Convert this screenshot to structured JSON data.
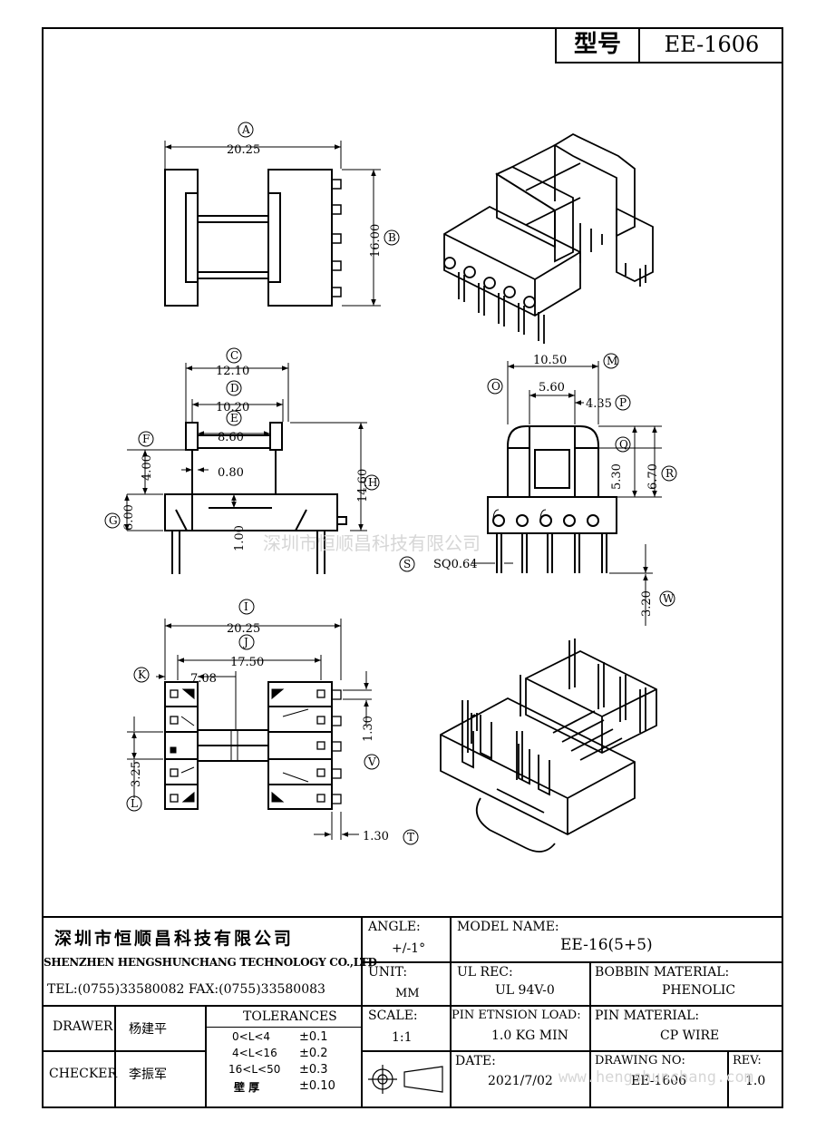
{
  "header": {
    "label": "型号",
    "model": "EE-1606"
  },
  "dims": {
    "A": "20.25",
    "B": "16.00",
    "C": "12.10",
    "D": "10.20",
    "E": "8.60",
    "F": "4.00",
    "G": "6.00",
    "H": "14.60",
    "I": "20.25",
    "J": "17.50",
    "K": "7.08",
    "L": "3.25",
    "M": "10.50",
    "O": "5.60",
    "P": "4.35",
    "Q": "5.30",
    "R": "6.70",
    "S": "SQ0.64",
    "T": "1.30",
    "V": "1.30",
    "W": "3.20",
    "w080": "0.80",
    "w100": "1.00"
  },
  "letters": {
    "A": "A",
    "B": "B",
    "C": "C",
    "D": "D",
    "E": "E",
    "F": "F",
    "G": "G",
    "H": "H",
    "I": "I",
    "J": "J",
    "K": "K",
    "L": "L",
    "M": "M",
    "O": "O",
    "P": "P",
    "Q": "Q",
    "R": "R",
    "S": "S",
    "T": "T",
    "V": "V",
    "W": "W"
  },
  "watermark": "深圳市恒顺昌科技有限公司",
  "watermark_url": "www.hengshunchang.com",
  "title_block": {
    "company_cn": "深圳市恒顺昌科技有限公司",
    "company_en": "SHENZHEN HENGSHUNCHANG TECHNOLOGY CO.,LTD",
    "tel": "TEL:(0755)33580082 FAX:(0755)33580083",
    "drawer_label": "DRAWER",
    "drawer": "杨建平",
    "checker_label": "CHECKER",
    "checker": "李振军",
    "tolerances_label": "TOLERANCES",
    "tolerances": [
      {
        "range": "0<L<4",
        "value": "±0.1"
      },
      {
        "range": "4<L<16",
        "value": "±0.2"
      },
      {
        "range": "16<L<50",
        "value": "±0.3"
      },
      {
        "range": "壁  厚",
        "value": "±0.10"
      }
    ],
    "angle_label": "ANGLE:",
    "angle": "+/-1°",
    "unit_label": "UNIT:",
    "unit": "MM",
    "scale_label": "SCALE:",
    "scale": "1:1",
    "model_name_label": "MODEL NAME:",
    "model_name": "EE-16(5+5)",
    "ul_label": "UL REC:",
    "ul": "UL 94V-0",
    "bobbin_label": "BOBBIN MATERIAL:",
    "bobbin": "PHENOLIC",
    "pin_load_label": "PIN ETNSION LOAD:",
    "pin_load": "1.0 KG MIN",
    "pin_mat_label": "PIN MATERIAL:",
    "pin_mat": "CP WIRE",
    "date_label": "DATE:",
    "date": "2021/7/02",
    "drawing_no_label": "DRAWING NO:",
    "drawing_no": "EE-1606",
    "rev_label": "REV:",
    "rev": "1.0"
  }
}
